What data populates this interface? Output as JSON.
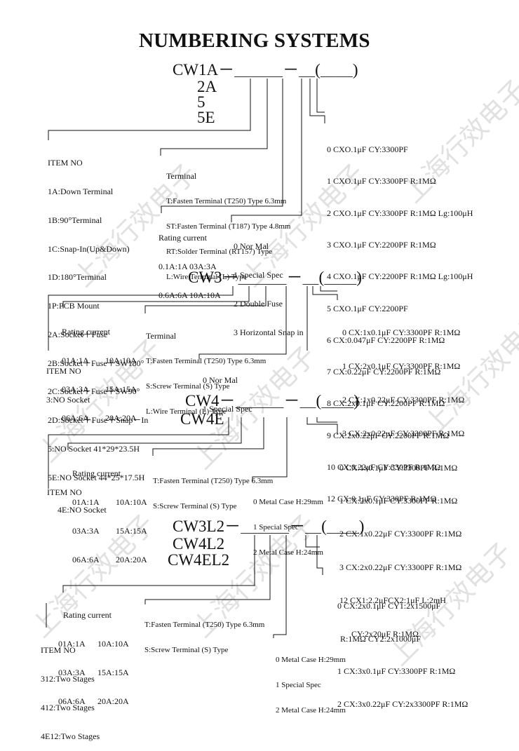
{
  "title": "NUMBERING SYSTEMS",
  "watermark": "上海行效电子",
  "sec1": {
    "code": "CW1A－＿＿＿－＿(＿＿)",
    "variants": [
      "2A",
      "5",
      "5E"
    ],
    "item_no": [
      "ITEM NO",
      "1A:Down Terminal",
      "1B:90°Terminal",
      "1C:Snap-In(Up&Down)",
      "1D:180°Terminal",
      "1P:PCB Mount",
      "2A:Socket＋Fuse",
      "2B:Socket＋Fuse＋SW180°",
      "2C:Socket＋Fuse＋SW90°",
      "2D:Socket＋Fuse＋Snap－In",
      "5:NO Socket 41*29*23.5H",
      "5E:NO Socket 44*25*17.5H"
    ],
    "terminal": [
      "Terminal",
      "T:Fasten Terminal (T250) Type 6.3mm",
      "ST:Fasten Terminal (T187) Type 4.8mm",
      "RT:Solder Terminal (RT157) Type",
      "L:Wire Terminal (L) Type"
    ],
    "rating": [
      "Rating current",
      "0.1A:1A 03A:3A",
      "0.6A:6A 10A:10A"
    ],
    "spec": [
      "0 Nor Mal",
      "1 Special Spec",
      "2 Double Fuse",
      "3 Horizontal Snap in"
    ],
    "caps": [
      "0 CXO.1μF CY:3300PF",
      "1 CXO.1μF CY:3300PF R:1MΩ",
      "2 CXO.1μF CY:3300PF R:1MΩ Lg:100μH",
      "3 CXO.1μF CY:2200PF R:1MΩ",
      "4 CXO.1μF CY:2200PF R:1MΩ Lg:100μH",
      "5 CXO.1μF CY:2200PF",
      "6 CX:0.047μF CY:2200PF R:1MΩ",
      "7 CX:0.22μF CY:2200PF R:1MΩ",
      "8 CX:2x0.1μF CY:2200PF R:1MΩ",
      "9 CX:2x0.22μF CY:2200PF R:1MΩ",
      "10 CX:0.22μF CY:330PF R:1MΩ",
      "12 CX:0.1μF CY:330PF R:1MΩ"
    ]
  },
  "sec2": {
    "code": "CW3－＿＿＿－＿(＿＿)",
    "rating_title": "Rating current",
    "rating_rows": [
      "01A:1A        10A:10A",
      "03A:3A        15A:15A",
      "06A:6A        20A:20A"
    ],
    "terminal": [
      "Terminal",
      "T:Fasten Terminal (T250) Type 6.3mm",
      "S:Screw Terminal (S) Type",
      "L:Wire Terminal (L) Type"
    ],
    "item_no": [
      "ITEM NO",
      "3:NO Socket"
    ],
    "spec": [
      "0 Nor Mal",
      "1 Special Spec"
    ],
    "caps": [
      "0 CX:1x0.1μF CY:3300PF R:1MΩ",
      "1 CX:2x0.1μF CY:3300PF R:1MΩ",
      "2 CX:1x0.22μF CY:3300PF R:1MΩ",
      "3 CX:2x0.22μF CY:3300PF R:1MΩ"
    ]
  },
  "sec3": {
    "code": "CW4－＿＿＿－＿(＿＿)",
    "variant": "CW4E",
    "rating_title": "Rating current",
    "rating_rows": [
      "01A:1A        10A:10A",
      "03A:3A        15A:15A",
      "06A:6A        20A:20A"
    ],
    "terminal": [
      "T:Fasten Terminal (T250) Type 6.3mm",
      "S:Screw Terminal (S) Type"
    ],
    "item_no": "ITEM NO",
    "item_4e": "4E:NO Socket",
    "spec": [
      "0 Metal Case H:29mm",
      "1 Special Spec",
      "2 Metal Case H:24mm"
    ],
    "caps": [
      "0 CX:1x0.1μF CY:3300PF R:1MΩ",
      "1 CX:2x0.1μF CY:3300PF R:1MΩ",
      "2 CX:1x0.22μF CY:3300PF R:1MΩ",
      "3 CX:2x0.22μF CY:3300PF R:1MΩ",
      "12 CX1:2.2μFCX2:1μF L:2mH",
      "CY:2x20μF R:1MΩ"
    ]
  },
  "sec4": {
    "code": "CW3L2－＿＿＿－＿(＿＿)",
    "variants": [
      "CW4L2",
      "CW4EL2"
    ],
    "rating_title": "Rating current",
    "rating_rows": [
      "01A:1A      10A:10A",
      "03A:3A      15A:15A",
      "06A:6A      20A:20A"
    ],
    "item_no": [
      "ITEM NO",
      "312:Two Stages",
      "412:Two Stages",
      "4E12:Two Stages"
    ],
    "terminal": [
      "T:Fasten Terminal (T250) Type 6.3mm",
      "S:Screw Terminal (S) Type"
    ],
    "spec": [
      "0 Metal Case H:29mm",
      "1 Special Spec",
      "2 Metal Case H:24mm"
    ],
    "caps": [
      "0 CX:2x0.1μF CY1:2x1500μF",
      "R:1MΩ CY2:2x1000μF",
      "1 CX:3x0.1μF CY:3300PF R:1MΩ",
      "2 CX:3x0.22μF CY:2x3300PF R:1MΩ"
    ]
  }
}
